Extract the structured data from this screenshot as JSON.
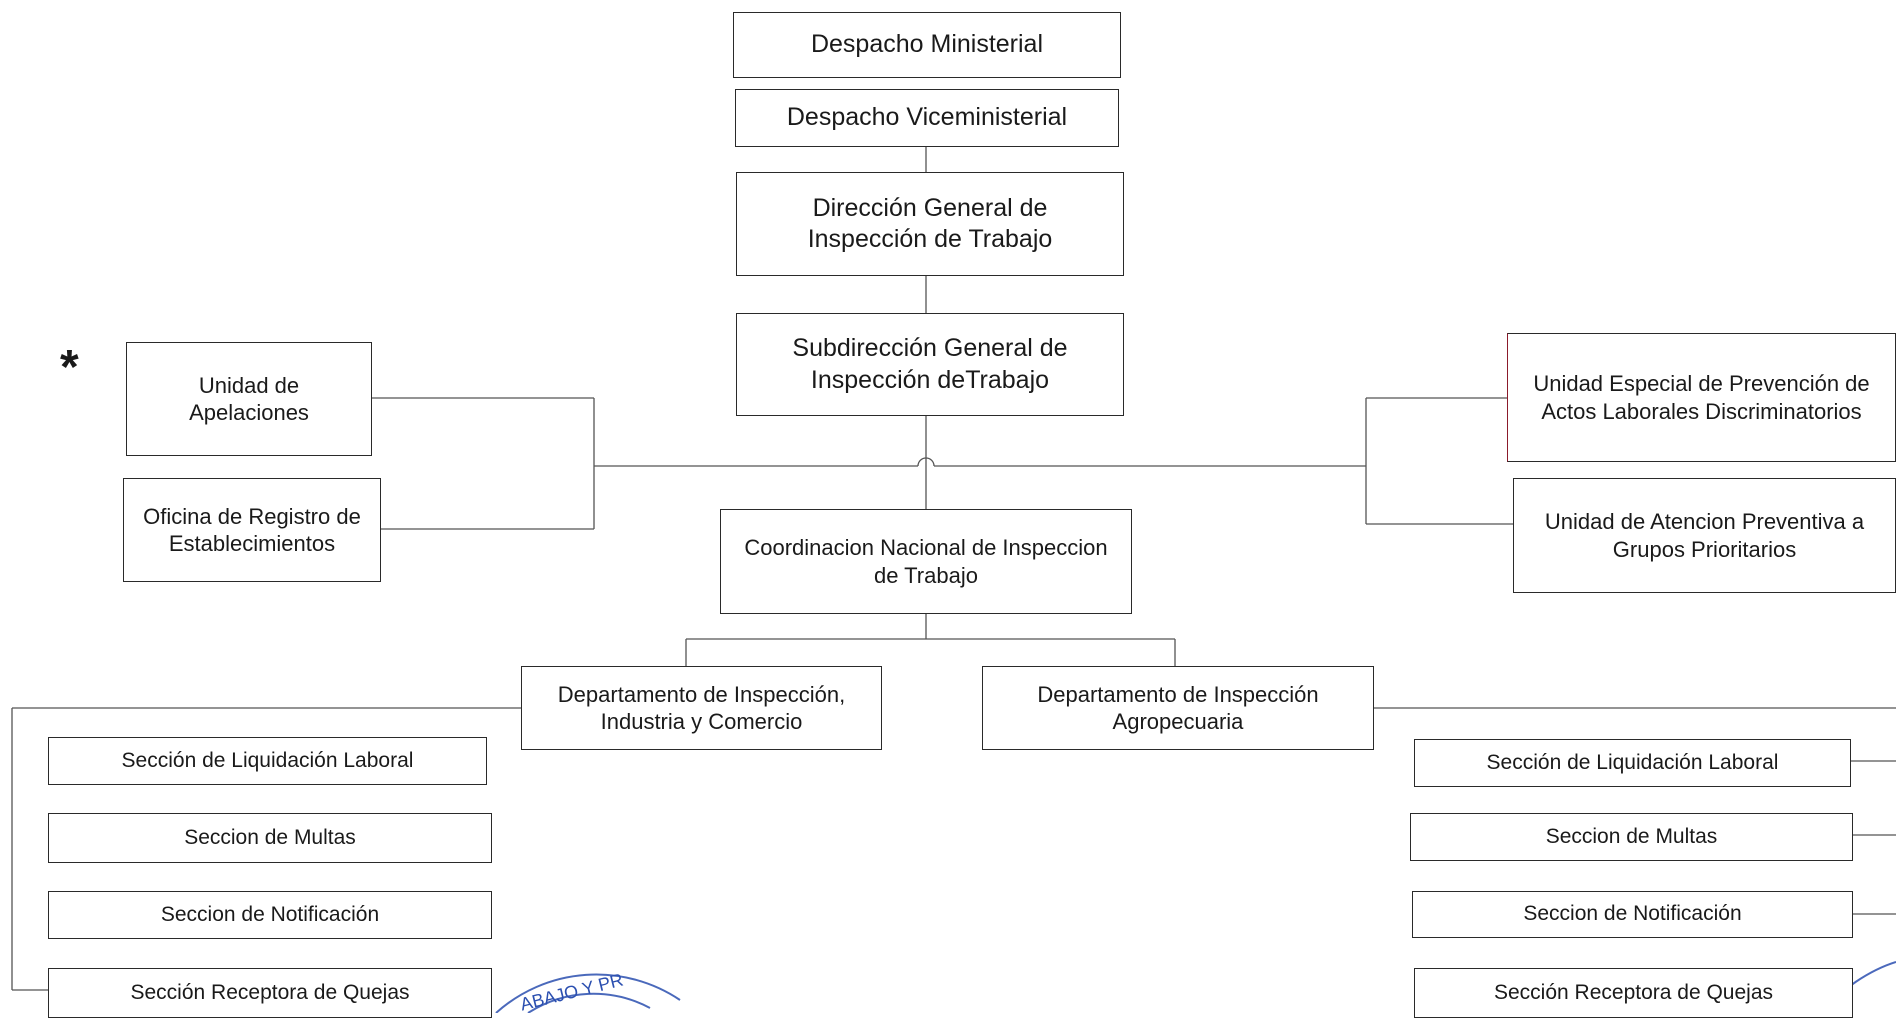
{
  "boxes": {
    "despacho_ministerial": "Despacho Ministerial",
    "despacho_viceministerial": "Despacho Viceministerial",
    "direccion_general": "Dirección General de\nInspección de Trabajo",
    "subdireccion_general": "Subdirección General de\nInspección deTrabajo",
    "unidad_apelaciones": "Unidad de\nApelaciones",
    "oficina_registro": "Oficina de Registro de\nEstablecimientos",
    "unidad_especial": "Unidad Especial de Prevención de\nActos Laborales Discriminatorios",
    "unidad_atencion": "Unidad de Atencion Preventiva a\nGrupos Prioritarios",
    "coordinacion_nacional": "Coordinacion Nacional de Inspeccion\nde Trabajo",
    "depto_industria": "Departamento de Inspección,\nIndustria y Comercio",
    "depto_agropecuaria": "Departamento de Inspección\nAgropecuaria"
  },
  "left_sections": [
    "Sección de Liquidación Laboral",
    "Seccion de Multas",
    "Seccion de Notificación",
    "Sección Receptora de Quejas"
  ],
  "right_sections": [
    "Sección de Liquidación Laboral",
    "Seccion de Multas",
    "Seccion de Notificación",
    "Sección Receptora de Quejas"
  ],
  "asterisk": "*",
  "stamp_text": "ABAJO Y PR",
  "colors": {
    "line": "#555555",
    "border": "#2a2a2a",
    "stamp": "#2b4fb0"
  }
}
